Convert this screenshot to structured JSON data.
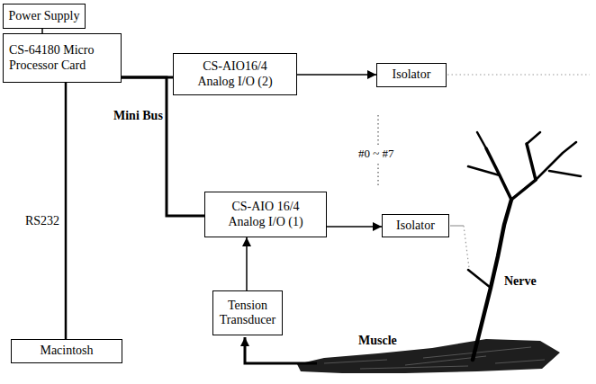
{
  "diagram": {
    "nodes": [
      {
        "text": [
          "Power Supply"
        ]
      },
      {
        "text": [
          "CS-64180 Micro Processor Card"
        ]
      },
      {
        "text": [
          "CS-AIO16/4 Analog I/O (2)"
        ]
      },
      {
        "text": [
          "Isolator"
        ]
      },
      {
        "text": [
          "CS-AIO 16/4 Analog I/O (1)"
        ]
      },
      {
        "text": [
          "Isolator"
        ]
      },
      {
        "text": [
          "Macintosh"
        ]
      },
      {
        "text": [
          "Tension Transducer"
        ]
      }
    ],
    "edges": [
      {
        "from": 0,
        "to": 1,
        "arrow": "none"
      },
      {
        "from": 1,
        "to": 2,
        "arrow": "none"
      },
      {
        "from": 1,
        "to": 4,
        "arrow": "none",
        "label": "Mini Bus"
      },
      {
        "from": 1,
        "to": 6,
        "arrow": "none",
        "label": "RS232"
      },
      {
        "from": 2,
        "to": 3,
        "arrow": "to"
      },
      {
        "from": 4,
        "to": 5,
        "arrow": "to"
      },
      {
        "from": 7,
        "to": 4,
        "arrow": "to"
      }
    ],
    "labels": [
      "#0 ~ #7",
      "Nerve",
      "Muscle"
    ]
  }
}
